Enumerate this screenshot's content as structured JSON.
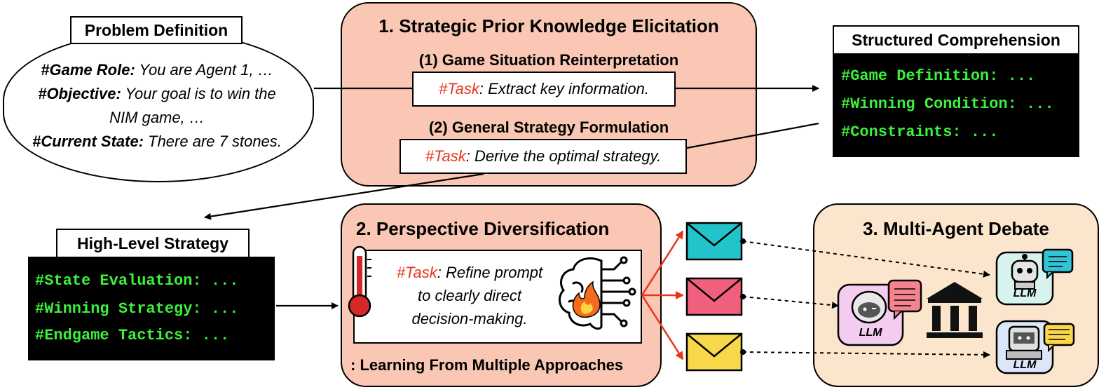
{
  "problem": {
    "title": "Problem Definition",
    "role_key": "#Game Role:",
    "role_val": " You are Agent 1, …",
    "objective_key": "#Objective:",
    "objective_val": " Your goal is to win the",
    "objective_val2": "NIM game, …",
    "state_key": "#Current State:",
    "state_val": " There are 7 stones."
  },
  "section1": {
    "title": "1. Strategic Prior Knowledge Elicitation",
    "sub1": "(1) Game Situation Reinterpretation",
    "task1_tag": "#Task",
    "task1_text": ": Extract key information.",
    "sub2": "(2) General Strategy Formulation",
    "task2_tag": "#Task",
    "task2_text": ": Derive the optimal strategy."
  },
  "structured": {
    "title": "Structured Comprehension",
    "lines": [
      "#Game Definition: ...",
      "#Winning Condition: ...",
      "#Constraints: ..."
    ]
  },
  "high_level": {
    "title": "High-Level Strategy",
    "lines": [
      "#State Evaluation: ...",
      "#Winning Strategy: ...",
      "#Endgame Tactics: ..."
    ]
  },
  "section2": {
    "title": "2. Perspective Diversification",
    "task_tag": "#Task",
    "task_text1": ": Refine prompt",
    "task_text2": "to clearly direct",
    "task_text3": "decision-making.",
    "footer": ": Learning From Multiple Approaches"
  },
  "section3": {
    "title": "3. Multi-Agent Debate",
    "agent1": "LLM",
    "agent2": "LLM",
    "agent3": "LLM"
  },
  "colors": {
    "envelope1": "#22c3c9",
    "envelope2": "#f0607d",
    "envelope3": "#f7d84a",
    "accent_red": "#e8351b",
    "code_green": "#3cf03c"
  }
}
